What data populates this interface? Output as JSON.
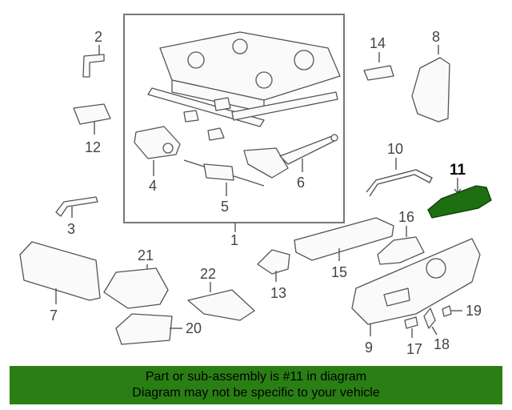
{
  "colors": {
    "highlight": "#1e6e12",
    "banner": "#2a7f14"
  },
  "labels": {
    "p1": "1",
    "p2": "2",
    "p3": "3",
    "p4": "4",
    "p5": "5",
    "p6": "6",
    "p7": "7",
    "p8": "8",
    "p9": "9",
    "p10": "10",
    "p11": "11",
    "p12": "12",
    "p13": "13",
    "p14": "14",
    "p15": "15",
    "p16": "16",
    "p17": "17",
    "p18": "18",
    "p19": "19",
    "p20": "20",
    "p21": "21",
    "p22": "22"
  },
  "highlighted_part": "11",
  "banner": {
    "line1": "Part or sub-assembly is #11 in diagram",
    "line2": "Diagram may not be specific to your vehicle"
  }
}
